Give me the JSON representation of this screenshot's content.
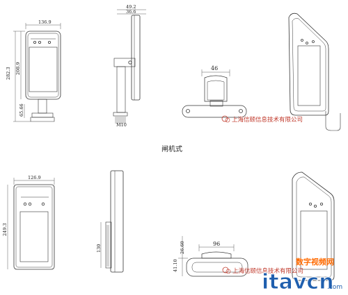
{
  "caption": "闸机式",
  "top_row": {
    "front": {
      "width": "136.9",
      "height": "282.3",
      "height_inner": "208.9",
      "base": "65.66"
    },
    "side": {
      "depth_outer": "49.2",
      "depth_inner": "36.6",
      "base_label": "M10"
    },
    "top": {
      "width": "46"
    }
  },
  "bottom_row": {
    "front": {
      "width": "126.9",
      "height": "249.3"
    },
    "side": {
      "height": "130"
    },
    "top": {
      "width": "96",
      "height_1": "26.60",
      "height_2": "41.10"
    }
  },
  "watermarks": {
    "company_top": "上海信颐信息技术有限公司",
    "company_bottom": "上海信颐信息技术有限公司",
    "site_name": "数字视频网",
    "logo": "itavcn",
    "logo_suffix": ".com"
  }
}
